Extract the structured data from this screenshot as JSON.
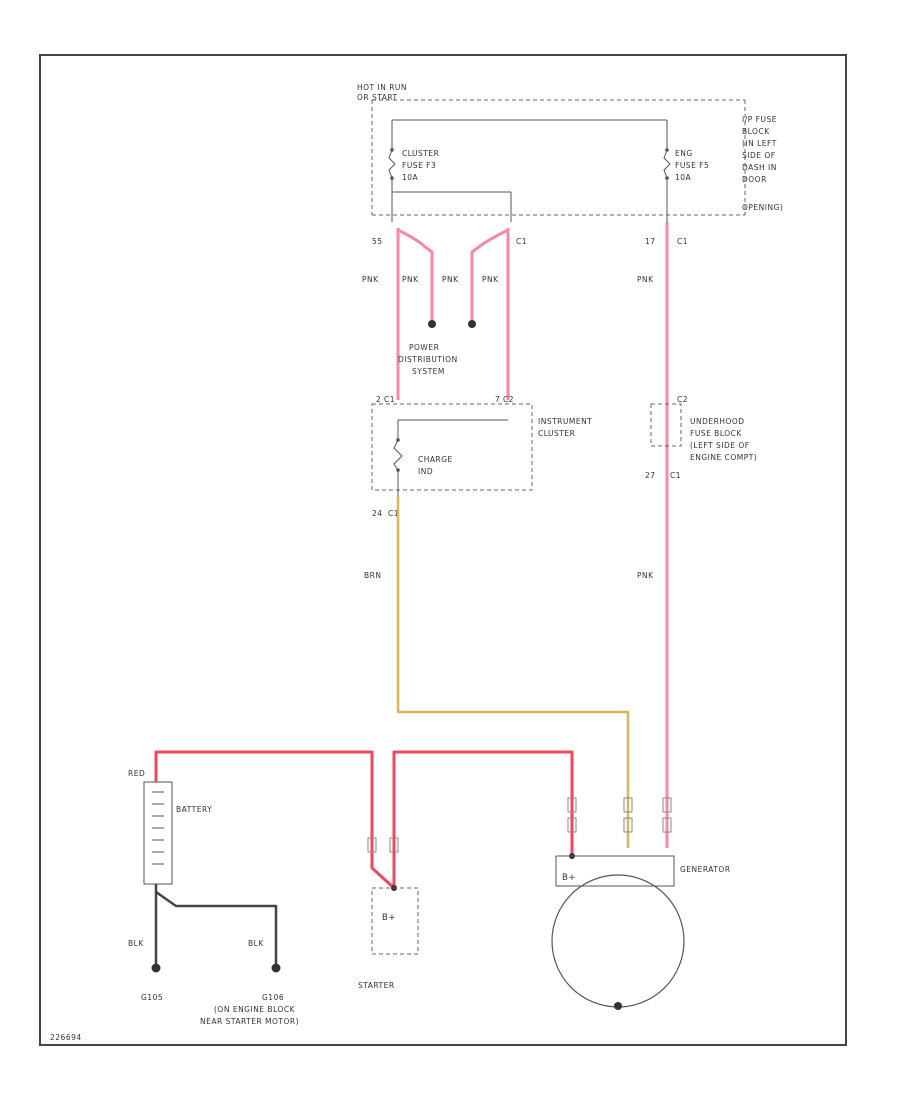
{
  "fuse_block": {
    "hot_label_1": "HOT IN RUN",
    "hot_label_2": "OR START",
    "location": [
      "I/P FUSE",
      "BLOCK",
      "(IN LEFT",
      "SIDE OF",
      "DASH IN",
      "DOOR",
      "OPENING)"
    ]
  },
  "fuses": {
    "cluster": [
      "CLUSTER",
      "FUSE F3",
      "10A"
    ],
    "eng": [
      "ENG",
      "FUSE F5",
      "10A"
    ]
  },
  "connectors": {
    "c1_left": "55",
    "c1_right": "C1",
    "c1_pin": "17",
    "c1_eng": "17",
    "c1_eng_id": "C1",
    "cluster_top_left": "2",
    "cluster_top_left_id": "C1",
    "cluster_top_right": "7",
    "cluster_top_right_id": "C2",
    "cluster_bottom": "24",
    "cluster_bottom_id": "C1",
    "underhood_top": "C2",
    "underhood_bottom": "27",
    "underhood_bottom_id": "C1"
  },
  "wires": {
    "pnk": "PNK",
    "brn": "BRN",
    "red": "RED",
    "blk": "BLK"
  },
  "components": {
    "power_distribution": [
      "POWER",
      "DISTRIBUTION",
      "SYSTEM"
    ],
    "instrument_cluster": [
      "INSTRUMENT",
      "CLUSTER"
    ],
    "charge_ind": [
      "CHARGE",
      "IND"
    ],
    "underhood": [
      "UNDERHOOD",
      "FUSE BLOCK",
      "(LEFT SIDE OF",
      "ENGINE COMPT)"
    ],
    "battery": "BATTERY",
    "starter": "STARTER",
    "starter_term": "B+",
    "generator": "GENERATOR",
    "generator_term": "B+"
  },
  "grounds": {
    "g105": "G105",
    "g106_label": "G106",
    "g106_desc": [
      "(ON ENGINE BLOCK",
      "NEAR STARTER MOTOR)"
    ]
  },
  "figure_id": "226694"
}
